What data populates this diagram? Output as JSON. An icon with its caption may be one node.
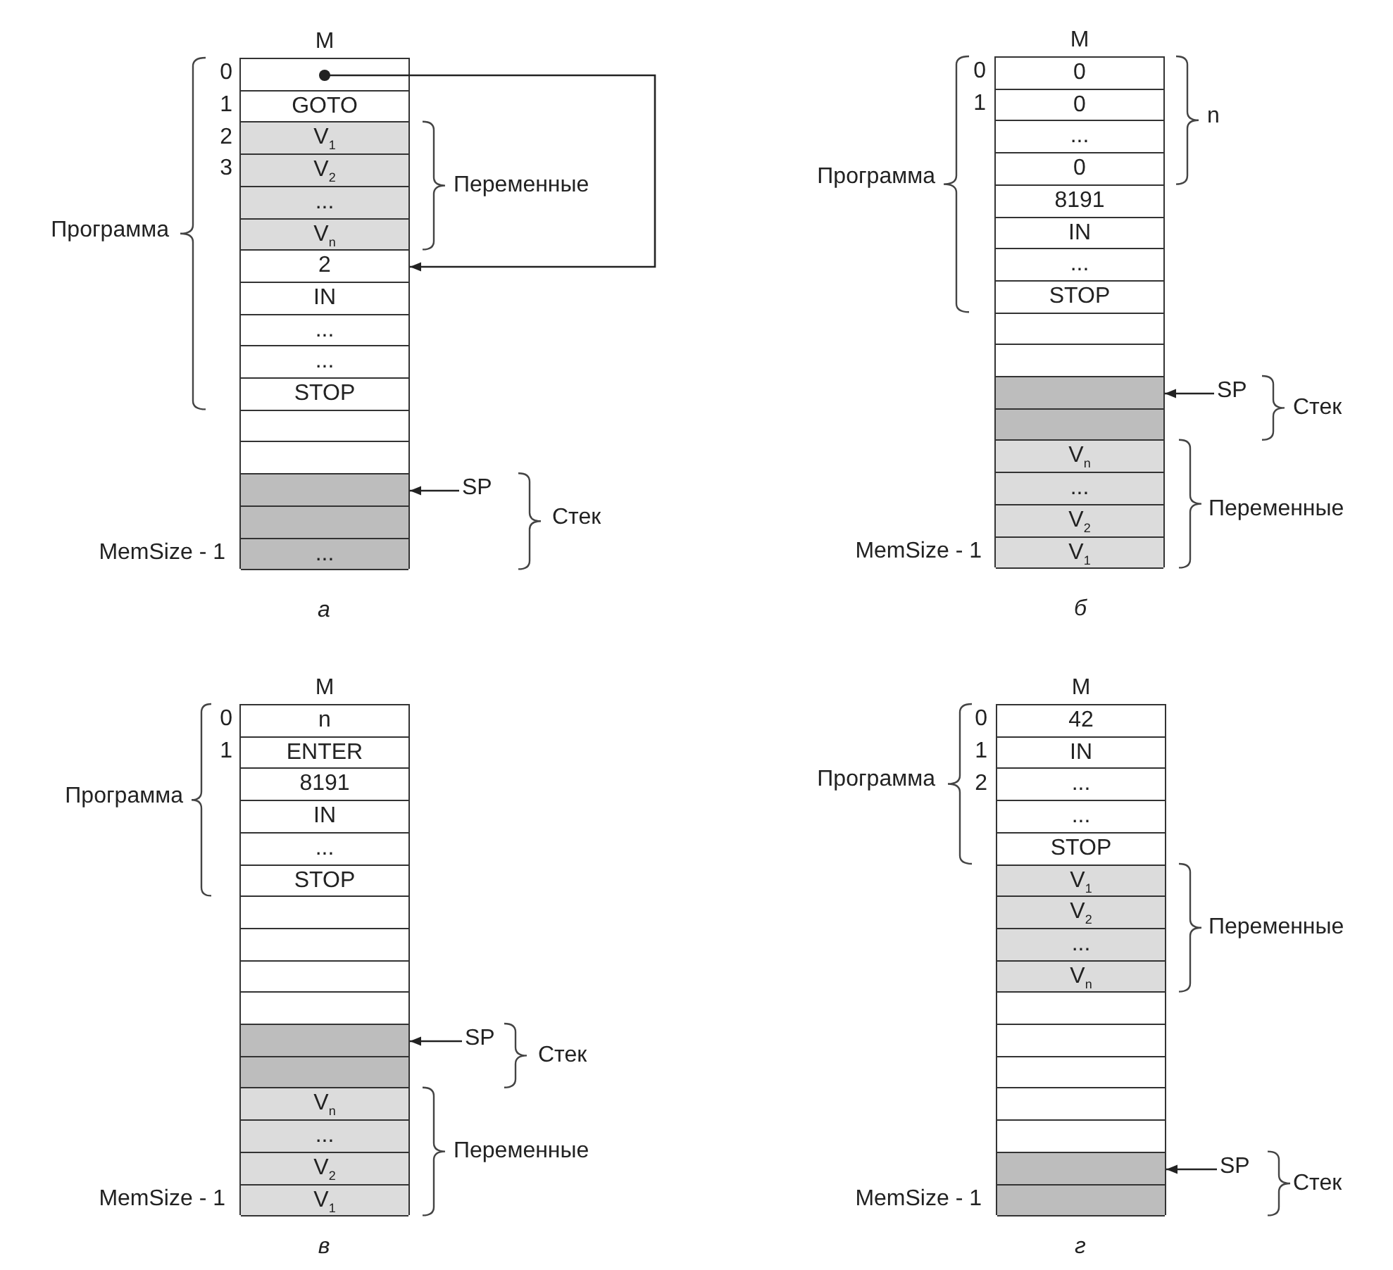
{
  "diagram": {
    "nodes": [
      {
        "text": [
          "M"
        ]
      },
      {
        "text": [],
        "shape": "box",
        "in": 0
      },
      {
        "text": [
          "GOTO"
        ],
        "in": 0
      },
      {
        "text": [
          "V$_{1}$"
        ],
        "in": 0
      },
      {
        "text": [
          "V$_{2}$"
        ],
        "in": 0
      },
      {
        "text": [
          "..."
        ],
        "in": 0
      },
      {
        "text": [
          "V$_{n}$"
        ],
        "in": 0
      },
      {
        "text": [
          "2"
        ],
        "in": 0
      },
      {
        "text": [
          "IN"
        ],
        "in": 0
      },
      {
        "text": [
          "..."
        ],
        "in": 0
      },
      {
        "text": [
          "..."
        ],
        "in": 0
      },
      {
        "text": [
          "STOP"
        ],
        "in": 0
      },
      {
        "text": [],
        "shape": "box",
        "in": 0
      },
      {
        "text": [],
        "shape": "box",
        "in": 0
      },
      {
        "text": [],
        "shape": "box",
        "in": 0
      },
      {
        "text": [],
        "shape": "box",
        "in": 0
      },
      {
        "text": [
          "..."
        ],
        "in": 0
      },
      {
        "text": [
          "SP"
        ]
      },
      {
        "text": [
          "M"
        ]
      },
      {
        "text": [
          "0"
        ],
        "in": 18
      },
      {
        "text": [
          "0"
        ],
        "in": 18
      },
      {
        "text": [
          "..."
        ],
        "in": 18
      },
      {
        "text": [
          "0"
        ],
        "in": 18
      },
      {
        "text": [
          "8191"
        ],
        "in": 18
      },
      {
        "text": [
          "IN"
        ],
        "in": 18
      },
      {
        "text": [
          "..."
        ],
        "in": 18
      },
      {
        "text": [
          "STOP"
        ],
        "in": 18
      },
      {
        "text": [],
        "shape": "box",
        "in": 18
      },
      {
        "text": [],
        "shape": "box",
        "in": 18
      },
      {
        "text": [],
        "shape": "box",
        "in": 18
      },
      {
        "text": [],
        "shape": "box",
        "in": 18
      },
      {
        "text": [
          "V$_{n}$"
        ],
        "in": 18
      },
      {
        "text": [
          "..."
        ],
        "in": 18
      },
      {
        "text": [
          "V$_{2}$"
        ],
        "in": 18
      },
      {
        "text": [
          "V$_{1}$"
        ],
        "in": 18
      },
      {
        "text": [
          "SP"
        ]
      },
      {
        "text": [
          "M"
        ]
      },
      {
        "text": [
          "n"
        ],
        "in": 36
      },
      {
        "text": [
          "ENTER"
        ],
        "in": 36
      },
      {
        "text": [
          "8191"
        ],
        "in": 36
      },
      {
        "text": [
          "IN"
        ],
        "in": 36
      },
      {
        "text": [
          "..."
        ],
        "in": 36
      },
      {
        "text": [
          "STOP"
        ],
        "in": 36
      },
      {
        "text": [],
        "shape": "box",
        "in": 36
      },
      {
        "text": [],
        "shape": "box",
        "in": 36
      },
      {
        "text": [],
        "shape": "box",
        "in": 36
      },
      {
        "text": [],
        "shape": "box",
        "in": 36
      },
      {
        "text": [],
        "shape": "box",
        "in": 36
      },
      {
        "text": [],
        "shape": "box",
        "in": 36
      },
      {
        "text": [
          "V$_{n}$"
        ],
        "in": 36
      },
      {
        "text": [
          "..."
        ],
        "in": 36
      },
      {
        "text": [
          "V$_{2}$"
        ],
        "in": 36
      },
      {
        "text": [
          "V$_{1}$"
        ],
        "in": 36
      },
      {
        "text": [
          "SP"
        ]
      },
      {
        "text": [
          "M"
        ]
      },
      {
        "text": [
          "42"
        ],
        "in": 54
      },
      {
        "text": [
          "IN"
        ],
        "in": 54
      },
      {
        "text": [
          "..."
        ],
        "in": 54
      },
      {
        "text": [
          "..."
        ],
        "in": 54
      },
      {
        "text": [
          "STOP"
        ],
        "in": 54
      },
      {
        "text": [
          "V$_{1}$"
        ],
        "in": 54
      },
      {
        "text": [
          "V$_{2}$"
        ],
        "in": 54
      },
      {
        "text": [
          "..."
        ],
        "in": 54
      },
      {
        "text": [
          "V$_{n}$"
        ],
        "in": 54
      },
      {
        "text": [],
        "shape": "box",
        "in": 54
      },
      {
        "text": [],
        "shape": "box",
        "in": 54
      },
      {
        "text": [],
        "shape": "box",
        "in": 54
      },
      {
        "text": [],
        "shape": "box",
        "in": 54
      },
      {
        "text": [],
        "shape": "box",
        "in": 54
      },
      {
        "text": [],
        "shape": "box",
        "in": 54
      },
      {
        "text": [],
        "shape": "box",
        "in": 54
      },
      {
        "text": [
          "SP"
        ]
      }
    ],
    "edges": [
      {
        "from": 1,
        "to": 7,
        "arrow": "to"
      },
      {
        "from": 17,
        "to": 14,
        "arrow": "to"
      },
      {
        "from": 35,
        "to": 29,
        "arrow": "to"
      },
      {
        "from": 53,
        "to": 47,
        "arrow": "to"
      },
      {
        "from": 71,
        "to": 69,
        "arrow": "to"
      }
    ],
    "labels": [
      "0",
      "1",
      "2",
      "3",
      "Программа",
      "Переменные",
      "Стек",
      "MemSize - 1",
      "а",
      "0",
      "1",
      "Программа",
      "n",
      "Стек",
      "Переменные",
      "MemSize - 1",
      "б",
      "0",
      "1",
      "Программа",
      "Стек",
      "Переменные",
      "MemSize - 1",
      "в",
      "0",
      "1",
      "2",
      "Программа",
      "Переменные",
      "Стек",
      "MemSize - 1",
      "г"
    ]
  }
}
